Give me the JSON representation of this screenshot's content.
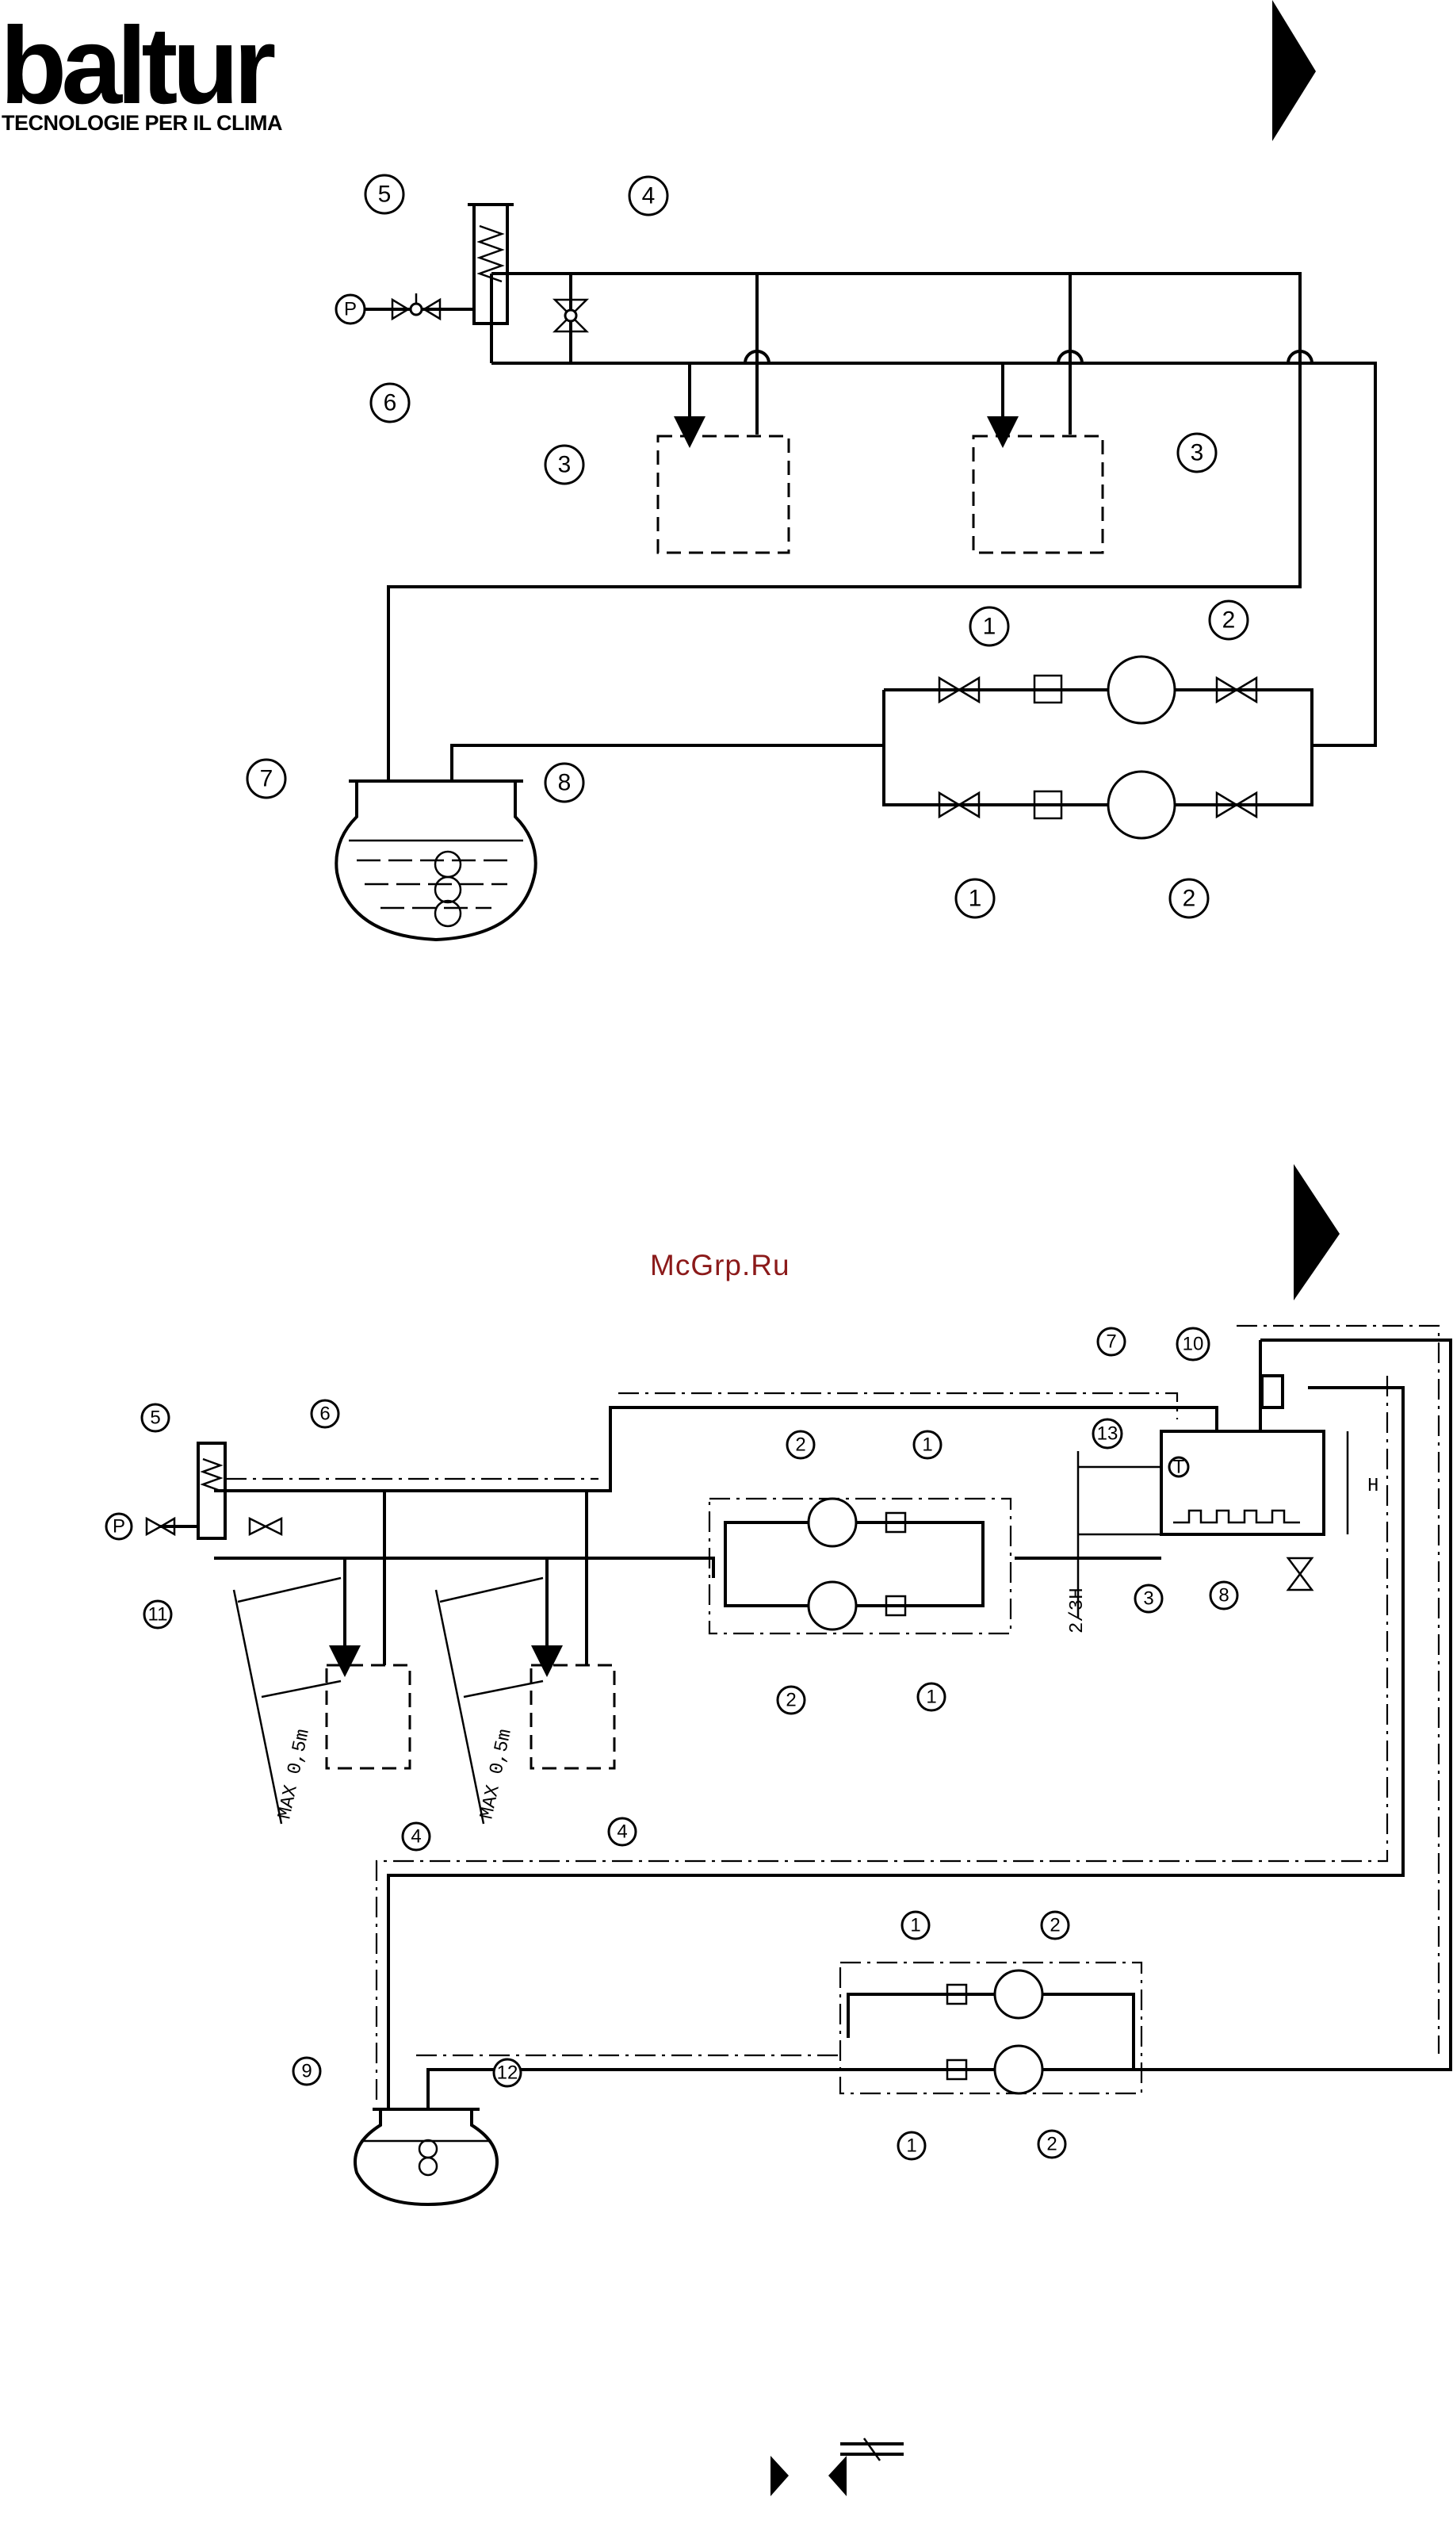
{
  "header": {
    "brand": "baltur",
    "tagline": "TECNOLOGIE PER IL CLIMA"
  },
  "watermark": "McGrp.Ru",
  "diagram_top": {
    "callouts": [
      "1",
      "1",
      "2",
      "2",
      "3",
      "3",
      "4",
      "5",
      "6",
      "7",
      "8"
    ],
    "gauge_letter": "P"
  },
  "diagram_bottom": {
    "callouts": [
      "1",
      "1",
      "1",
      "1",
      "2",
      "2",
      "2",
      "2",
      "3",
      "4",
      "4",
      "5",
      "6",
      "7",
      "8",
      "9",
      "10",
      "11",
      "12",
      "13"
    ],
    "gauge_letter": "P",
    "tank_letter": "T",
    "dim_max_left": "MAX 0,5m",
    "dim_max_right": "MAX 0,5m",
    "dim_h": "H",
    "dim_2_3h": "2/3H"
  },
  "colors": {
    "ink": "#000000",
    "paper": "#ffffff",
    "watermark": "#8b1a1a"
  }
}
